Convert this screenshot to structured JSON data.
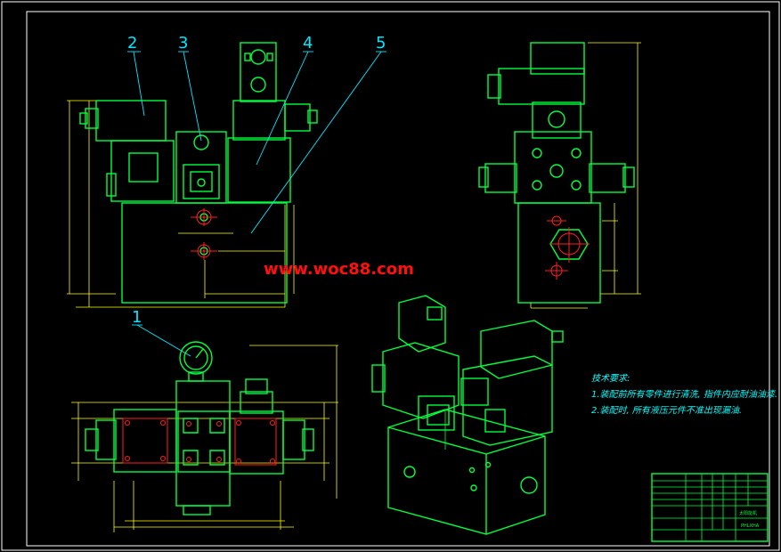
{
  "callouts": [
    "2",
    "3",
    "4",
    "5",
    "1"
  ],
  "watermark": "www.woc88.com",
  "notes": {
    "title": "技术要求:",
    "line1": "1.装配前所有零件进行清洗, 指件内应耐油油漆.",
    "line2": "2.装配时, 所有液压元件不准出现漏油."
  },
  "title_block": {
    "name": "太阳能机",
    "drawing": "PHLXHA"
  },
  "colors": {
    "outline": "#00ff3c",
    "dimension": "#ffff00",
    "centerline": "#00e8ff",
    "hole": "#ff2020",
    "watermark": "#ff1010"
  }
}
